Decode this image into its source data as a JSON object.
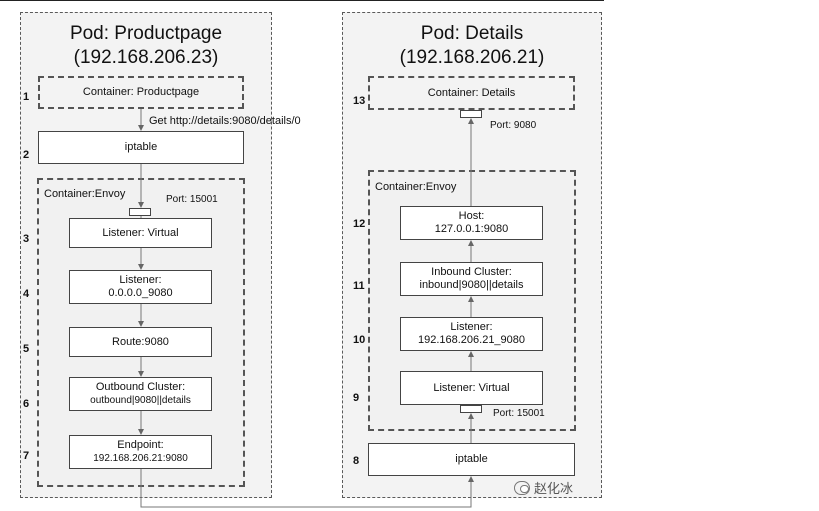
{
  "left_pod": {
    "title": "Pod: Productpage",
    "ip": "(192.168.206.23)",
    "container": "Container: Productpage",
    "request": "Get http://details:9080/details/0",
    "iptable": "iptable",
    "envoy_label": "Container:Envoy",
    "port": "Port: 15001",
    "listener_virtual": "Listener: Virtual",
    "listener_line1": "Listener:",
    "listener_line2": "0.0.0.0_9080",
    "route": "Route:9080",
    "outbound_line1": "Outbound Cluster:",
    "outbound_line2": "outbound|9080||details",
    "endpoint_line1": "Endpoint:",
    "endpoint_line2": "192.168.206.21:9080",
    "steps": [
      "1",
      "2",
      "3",
      "4",
      "5",
      "6",
      "7"
    ]
  },
  "right_pod": {
    "title": "Pod: Details",
    "ip": "(192.168.206.21)",
    "container": "Container: Details",
    "port_top": "Port: 9080",
    "envoy_label": "Container:Envoy",
    "host_line1": "Host:",
    "host_line2": "127.0.0.1:9080",
    "inbound_line1": "Inbound Cluster:",
    "inbound_line2": "inbound|9080||details",
    "listener_line1": "Listener:",
    "listener_line2": "192.168.206.21_9080",
    "listener_virtual": "Listener: Virtual",
    "port_bottom": "Port: 15001",
    "iptable": "iptable",
    "steps": {
      "s13": "13",
      "s12": "12",
      "s11": "11",
      "s10": "10",
      "s9": "9",
      "s8": "8"
    }
  },
  "watermark": "赵化冰",
  "icons": {
    "watermark": "wechat-icon"
  }
}
